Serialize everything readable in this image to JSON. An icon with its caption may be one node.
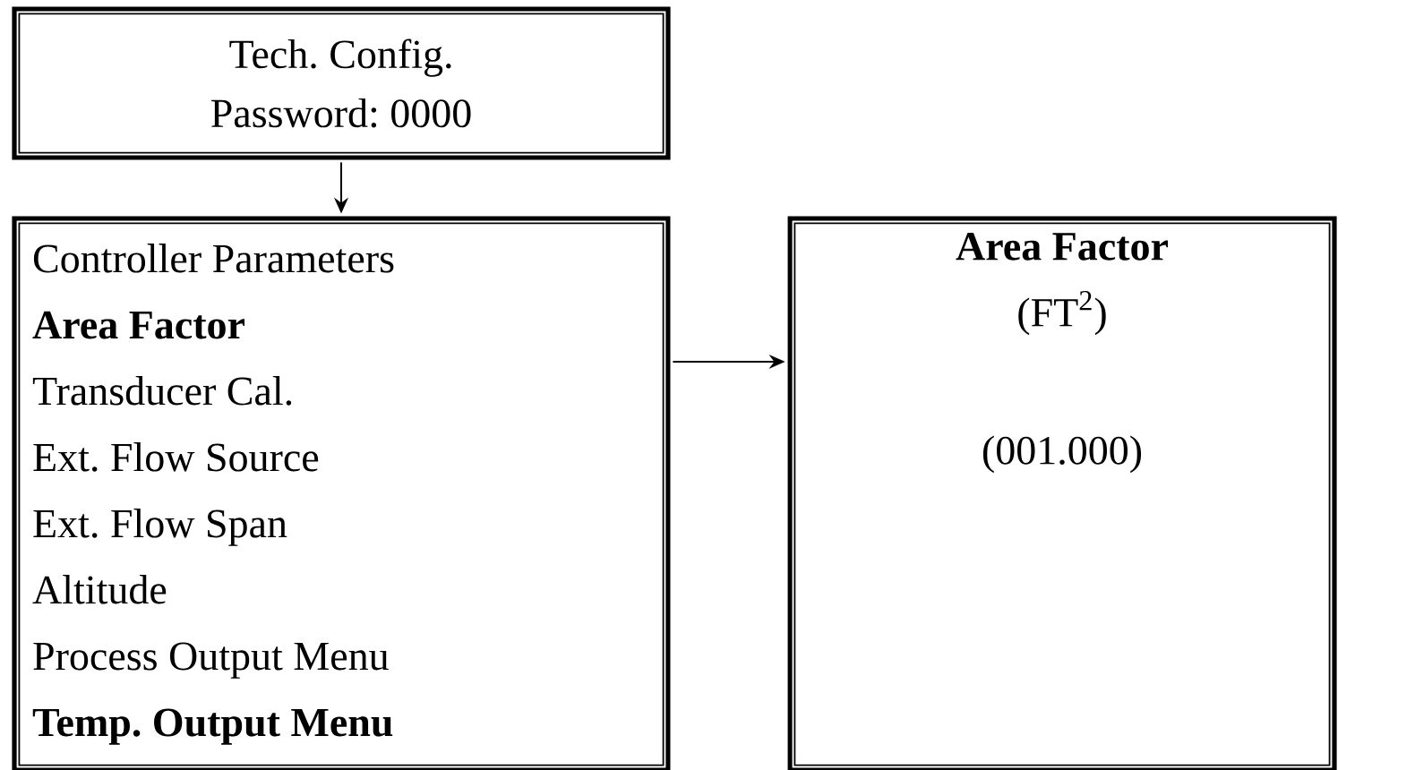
{
  "diagram": {
    "nodes": [
      {
        "text": [
          "Tech. Config.",
          "Password: 0000"
        ]
      },
      {
        "text": [
          "Controller Parameters",
          "**Area Factor**",
          "Transducer Cal.",
          "Ext. Flow Source",
          "Ext. Flow Span",
          "Altitude",
          "Process Output Menu",
          "**Temp. Output Menu**"
        ]
      },
      {
        "text": [
          "**Area Factor**",
          "(FT$^{2}$)",
          "(001.000)"
        ]
      }
    ],
    "edges": [
      {
        "from": 0,
        "to": 1,
        "arrow": "to"
      },
      {
        "from": 1,
        "to": 2,
        "arrow": "to"
      }
    ]
  }
}
